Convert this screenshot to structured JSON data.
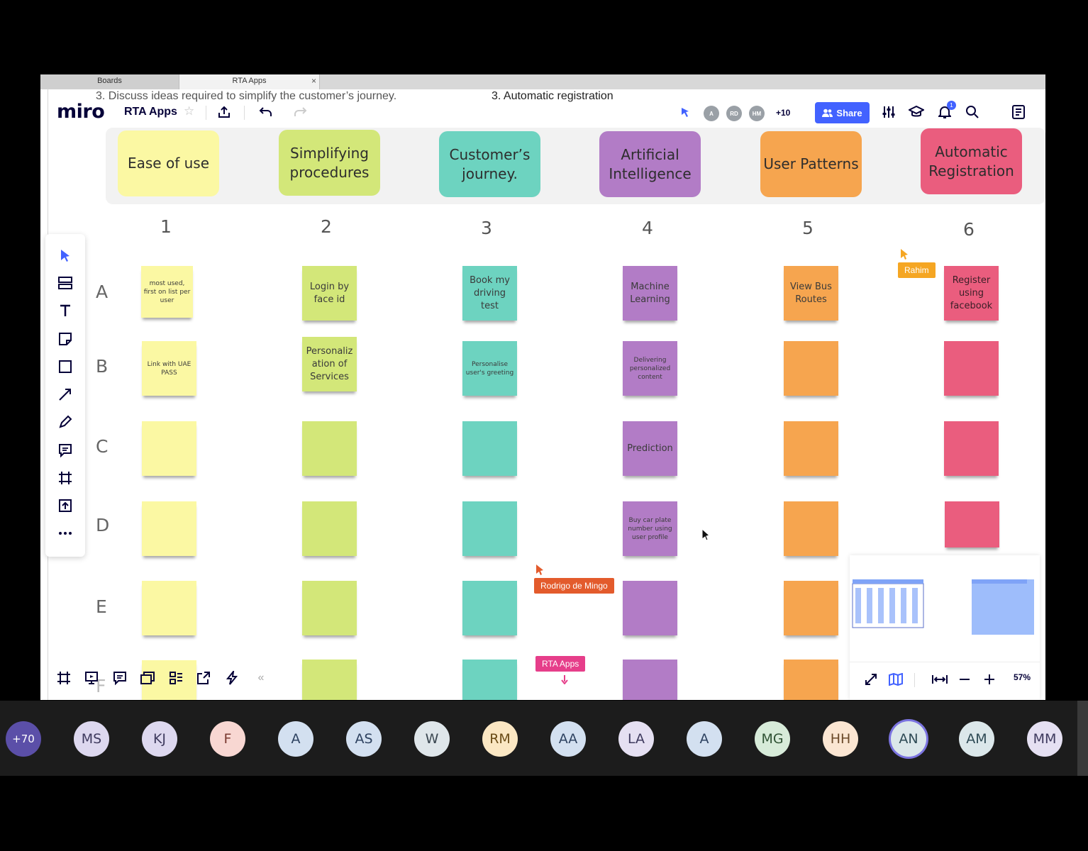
{
  "browser": {
    "tabs": [
      {
        "label": "Boards"
      },
      {
        "label": "RTA Apps",
        "close": "×"
      }
    ]
  },
  "background_text": {
    "left": "3. Discuss ideas required to simplify the customer’s journey.",
    "right": "3. Automatic registration"
  },
  "topbar": {
    "logo": "miro",
    "board_name": "RTA Apps",
    "star": "☆",
    "avatars": [
      "A",
      "RD",
      "HM"
    ],
    "more_count": "+10",
    "share_label": "Share",
    "notification_count": "1"
  },
  "categories": [
    {
      "label": "Ease of use",
      "color": "#fbf8a3"
    },
    {
      "label": "Simplifying procedures",
      "color": "#d3e779"
    },
    {
      "label": "Customer’s journey.",
      "color": "#6dd3c0"
    },
    {
      "label": "Artificial Intelligence",
      "color": "#b27cc6"
    },
    {
      "label": "User Patterns",
      "color": "#f6a54f"
    },
    {
      "label": "Automatic Registration",
      "color": "#ea5d7e"
    }
  ],
  "column_numbers": [
    "1",
    "2",
    "3",
    "4",
    "5",
    "6"
  ],
  "row_labels": [
    "A",
    "B",
    "C",
    "D",
    "E",
    "F"
  ],
  "notes": {
    "c1": {
      "a": "most used, first on list per user",
      "b": "Link with UAE PASS"
    },
    "c2": {
      "a": "Login by face id",
      "b": "Personaliz ation of Services"
    },
    "c3": {
      "a": "Book my driving test",
      "b": "Personalise user's greeting"
    },
    "c4": {
      "a": "Machine Learning",
      "b": "Delivering personalized content",
      "c": "Prediction",
      "d": "Buy car plate number using user profile"
    },
    "c5": {
      "a": "View Bus Routes"
    },
    "c6": {
      "a": "Register using facebook"
    }
  },
  "cursors": {
    "rahim": "Rahim",
    "rodrigo": "Rodrigo de Mingo",
    "rta": "RTA Apps"
  },
  "zoom": "57%",
  "bottom_collapse": "«",
  "participants": [
    {
      "initials": "+70",
      "bg": "#5b4fa8",
      "fg": "#ffffff"
    },
    {
      "initials": "MS",
      "bg": "#ddd8ef",
      "fg": "#3e3a5e"
    },
    {
      "initials": "KJ",
      "bg": "#ddd8ef",
      "fg": "#3e3a5e"
    },
    {
      "initials": "F",
      "bg": "#f8d7d2",
      "fg": "#7a3a30"
    },
    {
      "initials": "A",
      "bg": "#d3e0f0",
      "fg": "#2e4260"
    },
    {
      "initials": "AS",
      "bg": "#d3e0f0",
      "fg": "#2e4260"
    },
    {
      "initials": "W",
      "bg": "#dfe6ea",
      "fg": "#3a4650"
    },
    {
      "initials": "RM",
      "bg": "#fbe7c3",
      "fg": "#6b4c17"
    },
    {
      "initials": "AA",
      "bg": "#d3e0f0",
      "fg": "#2e4260"
    },
    {
      "initials": "LA",
      "bg": "#e5e0f2",
      "fg": "#3e3a5e"
    },
    {
      "initials": "A",
      "bg": "#d3e0f0",
      "fg": "#2e4260"
    },
    {
      "initials": "MG",
      "bg": "#d7ebd9",
      "fg": "#2f5234"
    },
    {
      "initials": "HH",
      "bg": "#fbe6d2",
      "fg": "#6b4a2a"
    },
    {
      "initials": "AN",
      "bg": "#dbe7ea",
      "fg": "#2e4a55",
      "active": true
    },
    {
      "initials": "AM",
      "bg": "#dbe7ea",
      "fg": "#2e4a55"
    },
    {
      "initials": "MM",
      "bg": "#e5e0f2",
      "fg": "#3e3a5e"
    }
  ]
}
